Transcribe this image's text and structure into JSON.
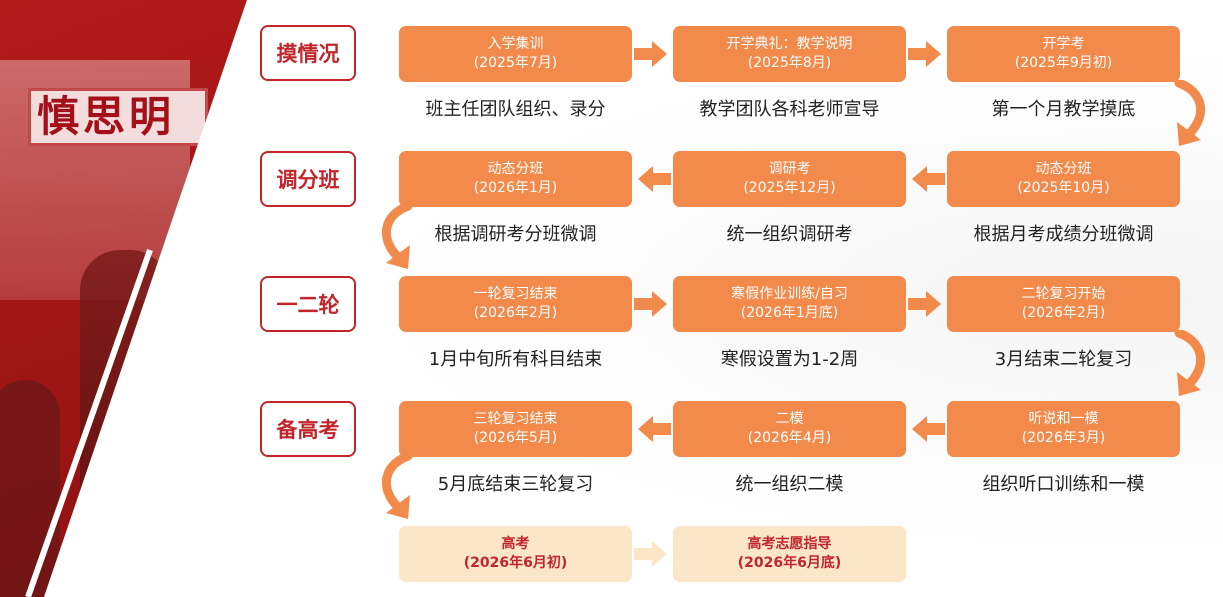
{
  "stages": [
    {
      "label": "摸情况"
    },
    {
      "label": "调分班"
    },
    {
      "label": "一二轮"
    },
    {
      "label": "备高考"
    }
  ],
  "photo": {
    "banner_text": "慎思明"
  },
  "rows": [
    {
      "boxes": [
        {
          "title": "入学集训",
          "date": "(2025年7月)",
          "desc": "班主任团队组织、录分"
        },
        {
          "title": "开学典礼：教学说明",
          "date": "(2025年8月)",
          "desc": "教学团队各科老师宣导"
        },
        {
          "title": "开学考",
          "date": "(2025年9月初)",
          "desc": "第一个月教学摸底"
        }
      ]
    },
    {
      "boxes": [
        {
          "title": "动态分班",
          "date": "(2026年1月)",
          "desc": "根据调研考分班微调"
        },
        {
          "title": "调研考",
          "date": "(2025年12月)",
          "desc": "统一组织调研考"
        },
        {
          "title": "动态分班",
          "date": "(2025年10月)",
          "desc": "根据月考成绩分班微调"
        }
      ]
    },
    {
      "boxes": [
        {
          "title": "一轮复习结束",
          "date": "(2026年2月)",
          "desc": "1月中旬所有科目结束"
        },
        {
          "title": "寒假作业训练/自习",
          "date": "(2026年1月底)",
          "desc": "寒假设置为1-2周"
        },
        {
          "title": "二轮复习开始",
          "date": "(2026年2月)",
          "desc": "3月结束二轮复习"
        }
      ]
    },
    {
      "boxes": [
        {
          "title": "三轮复习结束",
          "date": "(2026年5月)",
          "desc": "5月底结束三轮复习"
        },
        {
          "title": "二模",
          "date": "(2026年4月)",
          "desc": "统一组织二模"
        },
        {
          "title": "听说和一模",
          "date": "(2026年3月)",
          "desc": "组织听口训练和一模"
        }
      ]
    }
  ],
  "finals": [
    {
      "title": "高考",
      "date": "(2026年6月初)"
    },
    {
      "title": "高考志愿指导",
      "date": "(2026年6月底)"
    }
  ],
  "colors": {
    "accent_orange": "#f18a4b",
    "light_box": "#fbe6c8",
    "stage_red": "#c0262b",
    "photo_red": "#a31616"
  }
}
